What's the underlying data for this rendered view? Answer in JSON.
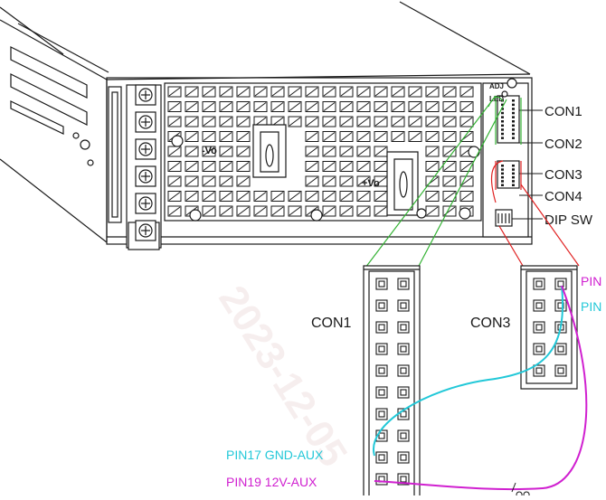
{
  "psu": {
    "label_adj": "ADJ",
    "label_led": "LED",
    "label_minus_vo": "-Vo",
    "label_plus_vo": "+Vo"
  },
  "callouts": {
    "con1": "CON1",
    "con2": "CON2",
    "con3": "CON3",
    "con4": "CON4",
    "dip_sw": "DIP SW"
  },
  "detail": {
    "con1_label": "CON1",
    "con3_label": "CON3",
    "pin17_label": "PIN17 GND-AUX",
    "pin19_label": "PIN19 12V-AUX",
    "right_label_1": "PIN",
    "right_label_2": "PIN"
  },
  "watermark": "2023-12-05",
  "colors": {
    "line": "#1a1a1a",
    "green": "#33b233",
    "red": "#e02020",
    "cyan": "#22c8d8",
    "magenta": "#d020d0"
  }
}
